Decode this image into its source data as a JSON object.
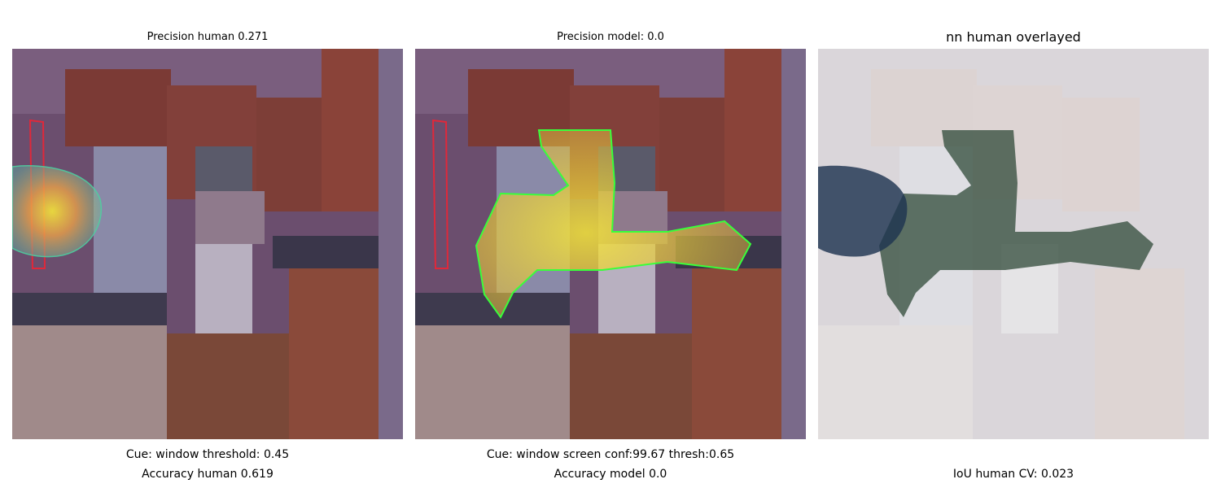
{
  "panels": [
    {
      "title": "Precision human 0.271",
      "captions": [
        "Cue: window threshold: 0.45",
        "Accuracy human 0.619"
      ]
    },
    {
      "title": "Precision model: 0.0",
      "captions": [
        "Cue: window screen conf:99.67 thresh:0.65",
        "Accuracy model 0.0"
      ]
    },
    {
      "title": "nn human overlayed",
      "captions": [
        "IoU human CV: 0.023"
      ]
    }
  ],
  "colors": {
    "tint": "#3a2f78",
    "wood": "#7b3b2a",
    "highlight_yellow": "#f2e04a",
    "contour_green": "#39ff3a",
    "window_outline_red": "#e0283a",
    "human_blob_dark": "#1f3550",
    "model_blob_dark": "#2f4a38"
  }
}
